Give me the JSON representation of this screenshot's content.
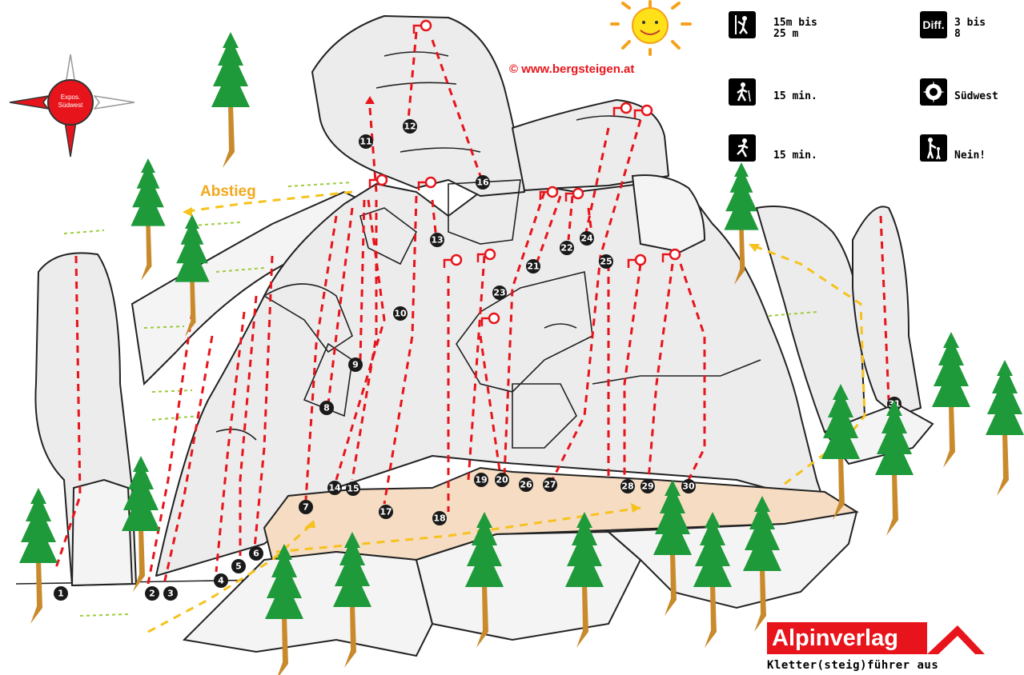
{
  "copyright": "© www.bergsteigen.at",
  "descent_label": "Abstieg",
  "compass": {
    "label_line1": "Expos.",
    "label_line2": "Südwest"
  },
  "info": {
    "route_length": "15m bis\n25 m",
    "difficulty_icon": "Diff.",
    "difficulty": "3 bis\n8",
    "approach_time": "15 min.",
    "exposure": "Südwest",
    "descent_time": "15 min.",
    "child_friendly": "Nein!"
  },
  "publisher": {
    "name": "Alpinverlag",
    "tagline": "Kletter(steig)führer aus"
  },
  "route_numbers": [
    "1",
    "2",
    "3",
    "4",
    "5",
    "6",
    "7",
    "8",
    "9",
    "10",
    "11",
    "12",
    "13",
    "14",
    "15",
    "16",
    "17",
    "18",
    "19",
    "20",
    "21",
    "22",
    "23",
    "24",
    "25",
    "26",
    "27",
    "28",
    "29",
    "30",
    "31"
  ],
  "icons": [
    "compass-rose-icon",
    "sun-icon",
    "climber-icon",
    "hiker-icon",
    "descent-runner-icon",
    "difficulty-icon",
    "exposure-compass-icon",
    "family-icon",
    "mountain-logo-icon"
  ],
  "colors": {
    "route": "#e8141b",
    "path": "#f6c21c",
    "tree": "#1f9a3a",
    "brand": "#e8141b",
    "ledge": "#f5dcc2"
  }
}
